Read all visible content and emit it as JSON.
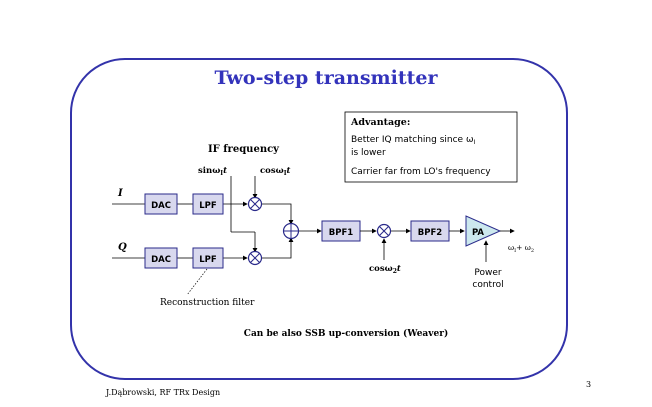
{
  "slide": {
    "title": "Two-step transmitter",
    "footer_author": "J.Dąbrowski, RF TRx Design",
    "page_number": "3"
  },
  "advantage_box": {
    "heading": "Advantage:",
    "line1": "Better IQ matching since ω",
    "line1_sub": "I",
    "line2": "is lower",
    "line3": "Carrier far from LO's frequency"
  },
  "diagram": {
    "if_frequency_label": "IF frequency",
    "input_i": "I",
    "input_q": "Q",
    "dac_label": "DAC",
    "lpf_label": "LPF",
    "bpf1_label": "BPF1",
    "bpf2_label": "BPF2",
    "pa_label": "PA",
    "sin_lo": "sinω",
    "sin_lo_sub": "I",
    "sin_lo_t": "t",
    "cos_lo": "cosω",
    "cos_lo_sub": "I",
    "cos_lo_t": "t",
    "cos_lo2": "cosω",
    "cos_lo2_sub": "2",
    "cos_lo2_t": "t",
    "output_freq": "ω",
    "output_freq_sub1": "I",
    "output_freq_plus": "+ ω",
    "output_freq_sub2": "2",
    "power_control_1": "Power",
    "power_control_2": "control",
    "reconstruction_filter": "Reconstruction filter",
    "weaver_note": "Can be also SSB up-conversion (Weaver)"
  },
  "colors": {
    "frame": "#3333aa",
    "title": "#3333bb",
    "block_fill": "#d8d8ee",
    "block_stroke": "#2a2a8a",
    "pa_fill": "#cce8ee"
  }
}
